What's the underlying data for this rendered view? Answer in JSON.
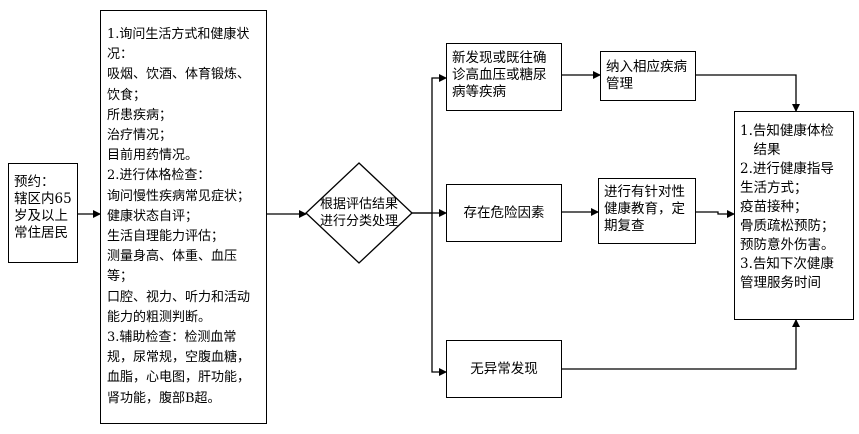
{
  "entry": {
    "lines": [
      "预约：",
      "辖区内65",
      "岁及以上",
      "常住居民"
    ]
  },
  "exam": {
    "lines": [
      "1.询问生活方式和健康状",
      "况：",
      "吸烟、饮酒、体育锻炼、",
      "饮食；",
      "所患疾病；",
      "治疗情况；",
      "目前用药情况。",
      "2.进行体格检查：",
      "询问慢性疾病常见症状；",
      "健康状态自评；",
      "生活自理能力评估；",
      "测量身高、体重、血压",
      "等；",
      "口腔、视力、听力和活动",
      "能力的粗测判断。",
      "3.辅助检查：检测血常",
      "规，尿常规，空腹血糖，",
      "血脂，心电图，肝功能，",
      "肾功能，腹部B超。"
    ]
  },
  "decision": {
    "lines": [
      "根据评估结果",
      "进行分类处理"
    ]
  },
  "branches": {
    "disease": {
      "lines": [
        "新发现或既往确",
        "诊高血压或糖尿",
        "病等疾病"
      ]
    },
    "risk": {
      "lines": [
        "存在危险因素"
      ]
    },
    "normal": {
      "lines": [
        "无异常发现"
      ]
    }
  },
  "actions": {
    "manage": {
      "lines": [
        "纳入相应疾病",
        "管理"
      ]
    },
    "educate": {
      "lines": [
        "进行有针对性",
        "健康教育，定",
        "期复查"
      ]
    }
  },
  "outcome": {
    "lines": [
      "1.告知健康体检",
      "　结果",
      "2.进行健康指导",
      "生活方式；",
      "疫苗接种；",
      "骨质疏松预防；",
      "预防意外伤害。",
      "3.告知下次健康",
      "管理服务时间"
    ]
  }
}
